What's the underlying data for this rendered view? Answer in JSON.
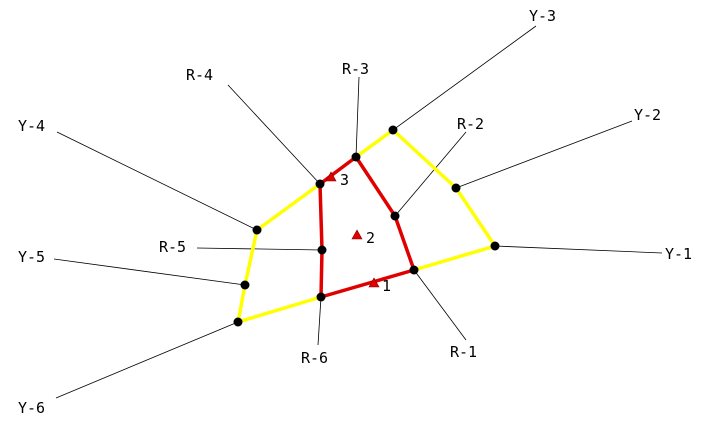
{
  "colors": {
    "outer_boundary": "#ffff00",
    "inner_boundary": "#e00000",
    "points": "#000000",
    "markers": "#e00000"
  },
  "yellow_points": [
    {
      "id": "Y-1",
      "label": "Y-1"
    },
    {
      "id": "Y-2",
      "label": "Y-2"
    },
    {
      "id": "Y-3",
      "label": "Y-3"
    },
    {
      "id": "Y-4",
      "label": "Y-4"
    },
    {
      "id": "Y-5",
      "label": "Y-5"
    },
    {
      "id": "Y-6",
      "label": "Y-6"
    }
  ],
  "red_points": [
    {
      "id": "R-1",
      "label": "R-1"
    },
    {
      "id": "R-2",
      "label": "R-2"
    },
    {
      "id": "R-3",
      "label": "R-3"
    },
    {
      "id": "R-4",
      "label": "R-4"
    },
    {
      "id": "R-5",
      "label": "R-5"
    },
    {
      "id": "R-6",
      "label": "R-6"
    }
  ],
  "markers": [
    {
      "id": "1",
      "label": "1"
    },
    {
      "id": "2",
      "label": "2"
    },
    {
      "id": "3",
      "label": "3"
    }
  ]
}
